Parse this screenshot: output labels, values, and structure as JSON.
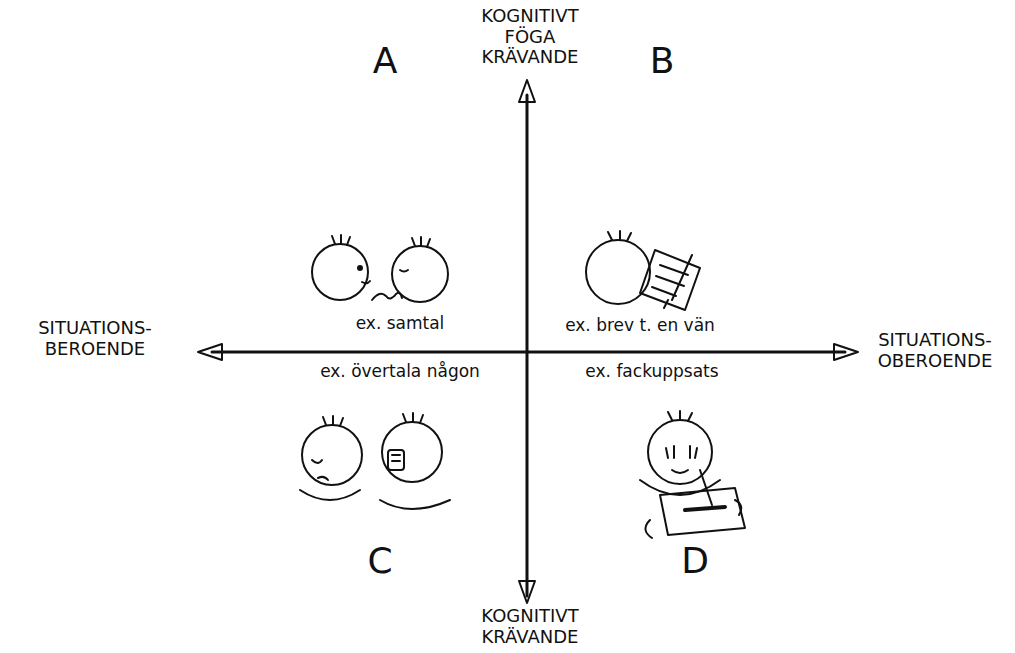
{
  "diagram": {
    "labels": [
      "KOGNITIVT FÖGA KRÄVANDE",
      "A",
      "B",
      "SITUATIONS- BEROENDE",
      "ex. samtal",
      "ex. brev t. en vän",
      "SITUATIONS- OBEROENDE",
      "ex. övertala någon",
      "ex. fackuppsats",
      "C",
      "D",
      "KOGNITIVT KRÄVANDE"
    ]
  }
}
